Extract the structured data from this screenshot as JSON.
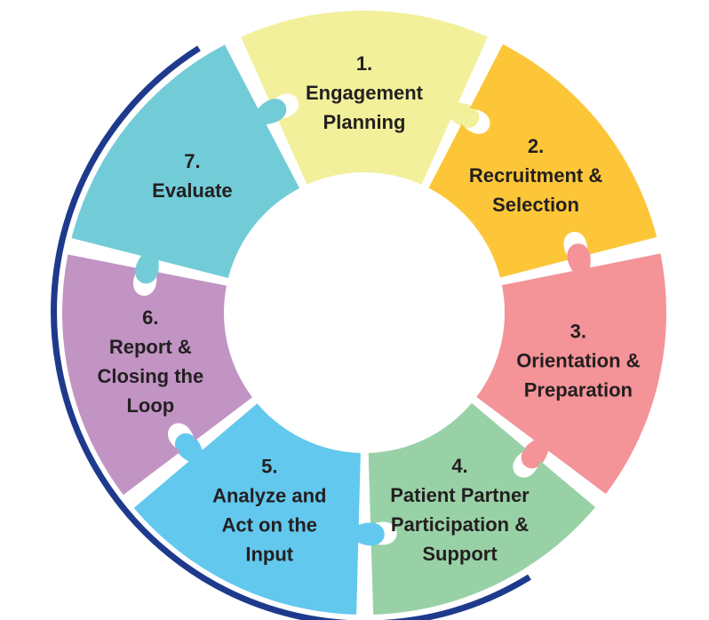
{
  "colors": {
    "ring_arc": "#1e3a8c",
    "text": "#231f20",
    "background": "#ffffff"
  },
  "segments": [
    {
      "number": "1.",
      "lines": [
        "Engagement",
        "Planning"
      ],
      "color": "#f2f09a"
    },
    {
      "number": "2.",
      "lines": [
        "Recruitment &",
        "Selection"
      ],
      "color": "#fcc638"
    },
    {
      "number": "3.",
      "lines": [
        "Orientation &",
        "Preparation"
      ],
      "color": "#f49398"
    },
    {
      "number": "4.",
      "lines": [
        "Patient Partner",
        "Participation &",
        "Support"
      ],
      "color": "#98d1a6"
    },
    {
      "number": "5.",
      "lines": [
        "Analyze and",
        "Act on the",
        "Input"
      ],
      "color": "#62c8ee"
    },
    {
      "number": "6.",
      "lines": [
        "Report &",
        "Closing the",
        "Loop"
      ],
      "color": "#c194c4"
    },
    {
      "number": "7.",
      "lines": [
        "Evaluate"
      ],
      "color": "#72ccd8"
    }
  ]
}
